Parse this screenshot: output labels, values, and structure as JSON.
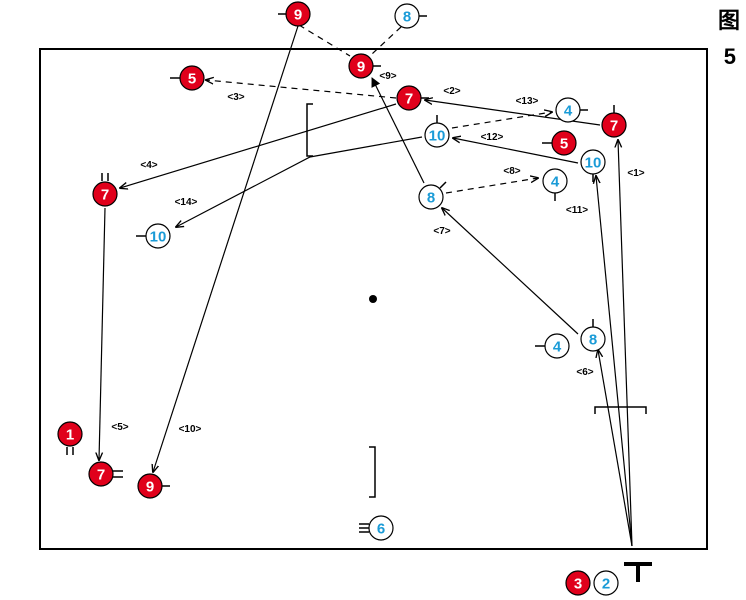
{
  "figure": {
    "title": "图",
    "number": "5"
  },
  "colors": {
    "red": "#e0001b",
    "blue": "#1a9bd7",
    "line": "#000000",
    "white": "#ffffff"
  },
  "center_spot": "center-spot",
  "coach_mark": "T",
  "players": [
    {
      "id": "r9top",
      "num": "9",
      "team": "red"
    },
    {
      "id": "b8top",
      "num": "8",
      "team": "blue"
    },
    {
      "id": "r9mid",
      "num": "9",
      "team": "red"
    },
    {
      "id": "r5",
      "num": "5",
      "team": "red"
    },
    {
      "id": "r7top",
      "num": "7",
      "team": "red"
    },
    {
      "id": "b4a",
      "num": "4",
      "team": "blue"
    },
    {
      "id": "b10a",
      "num": "10",
      "team": "blue"
    },
    {
      "id": "r7right",
      "num": "7",
      "team": "red"
    },
    {
      "id": "r5b",
      "num": "5",
      "team": "red"
    },
    {
      "id": "b10b",
      "num": "10",
      "team": "blue"
    },
    {
      "id": "r7left",
      "num": "7",
      "team": "red"
    },
    {
      "id": "b4b",
      "num": "4",
      "team": "blue"
    },
    {
      "id": "b8mid",
      "num": "8",
      "team": "blue"
    },
    {
      "id": "b10left",
      "num": "10",
      "team": "blue"
    },
    {
      "id": "b4c",
      "num": "4",
      "team": "blue"
    },
    {
      "id": "b8low",
      "num": "8",
      "team": "blue"
    },
    {
      "id": "r1",
      "num": "1",
      "team": "red"
    },
    {
      "id": "r7bot",
      "num": "7",
      "team": "red"
    },
    {
      "id": "r9bot",
      "num": "9",
      "team": "red"
    },
    {
      "id": "b6",
      "num": "6",
      "team": "blue"
    },
    {
      "id": "r3",
      "num": "3",
      "team": "red"
    },
    {
      "id": "b2",
      "num": "2",
      "team": "blue"
    }
  ],
  "step_labels": [
    "<1>",
    "<2>",
    "<3>",
    "<4>",
    "<5>",
    "<6>",
    "<7>",
    "<8>",
    "<9>",
    "<10>",
    "<11>",
    "<12>",
    "<13>",
    "<14>"
  ]
}
